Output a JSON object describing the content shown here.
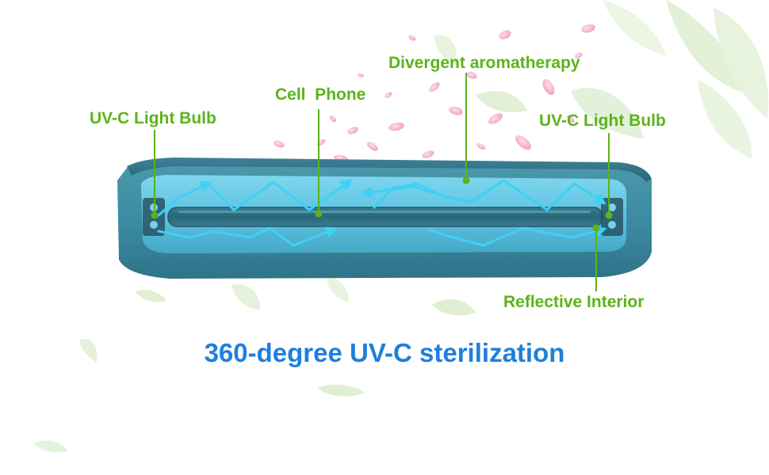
{
  "labels": {
    "uvc_bulb_left": "UV-C Light Bulb",
    "cell_phone": "Cell  Phone",
    "aromatherapy": "Divergent aromatherapy",
    "uvc_bulb_right": "UV-C Light Bulb",
    "reflective_interior": "Reflective Interior"
  },
  "caption": "360-degree UV-C sterilization",
  "colors": {
    "label_green": "#5cb31a",
    "caption_blue": "#1e7fdc",
    "light_ray": "#3fd0f5",
    "device_body": "#3f8fa4",
    "petal_pink": "#f4a9c4",
    "leaf_green": "#b9dca0"
  },
  "icons": [
    "leaf-icon",
    "petal-icon",
    "light-ray-arrow-icon"
  ]
}
